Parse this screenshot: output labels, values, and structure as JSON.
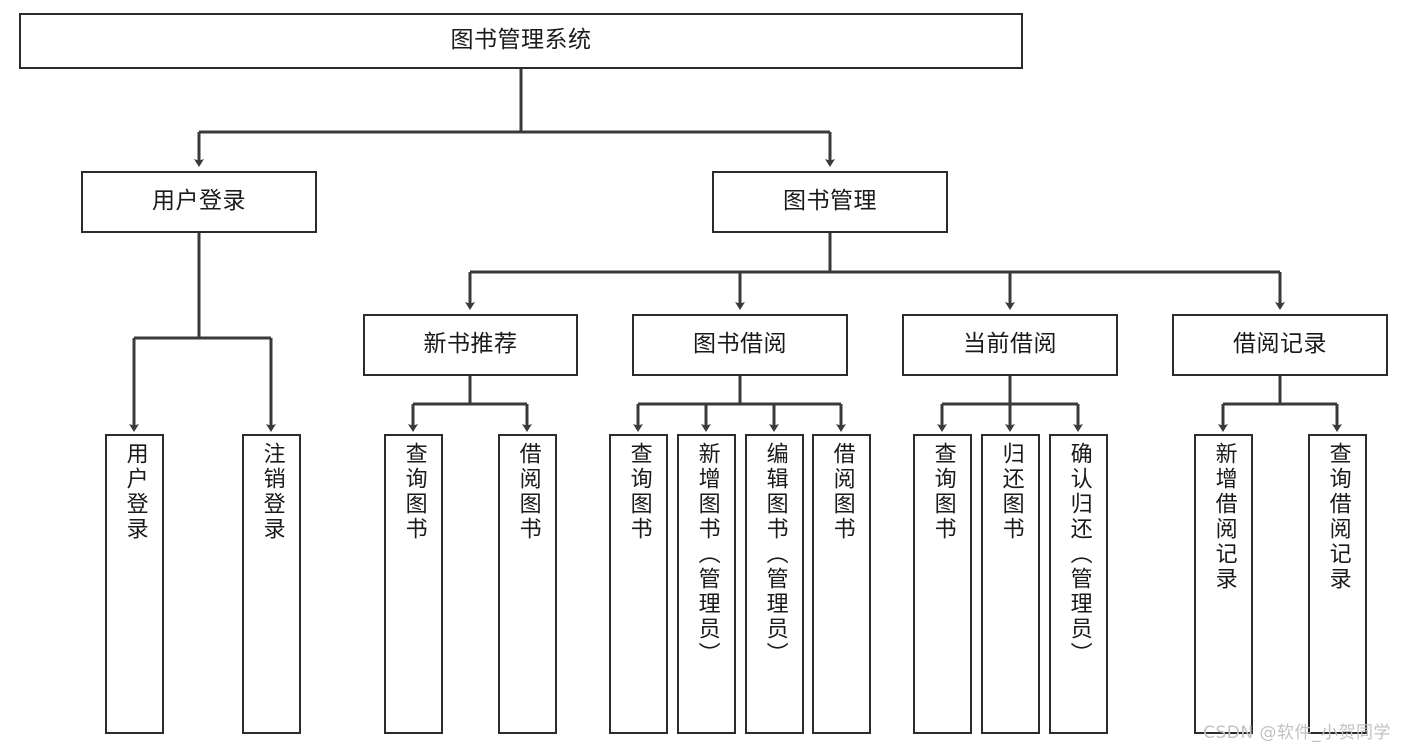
{
  "diagram": {
    "type": "tree-hierarchy",
    "title": "图书管理系统",
    "watermark": "CSDN @软件_小贺同学",
    "colors": {
      "border": "#2b2b2b",
      "fill": "#ffffff",
      "text": "#1a1a1a",
      "edge": "#3a3a3a",
      "watermark": "#c2c2c2"
    },
    "nodes": {
      "root": {
        "label": "图书管理系统"
      },
      "level2": [
        {
          "label": "用户登录"
        },
        {
          "label": "图书管理"
        }
      ],
      "level3": [
        {
          "label": "新书推荐"
        },
        {
          "label": "图书借阅"
        },
        {
          "label": "当前借阅"
        },
        {
          "label": "借阅记录"
        }
      ],
      "leaves": {
        "user_login": [
          {
            "label": "用户登录"
          },
          {
            "label": "注销登录"
          }
        ],
        "new_book_recommend": [
          {
            "label": "查询图书"
          },
          {
            "label": "借阅图书"
          }
        ],
        "book_borrow": [
          {
            "label": "查询图书"
          },
          {
            "label": "新增图书（管理员）"
          },
          {
            "label": "编辑图书（管理员）"
          },
          {
            "label": "借阅图书"
          }
        ],
        "current_borrow": [
          {
            "label": "查询图书"
          },
          {
            "label": "归还图书"
          },
          {
            "label": "确认归还（管理员）"
          }
        ],
        "borrow_record": [
          {
            "label": "新增借阅记录"
          },
          {
            "label": "查询借阅记录"
          }
        ]
      }
    }
  }
}
